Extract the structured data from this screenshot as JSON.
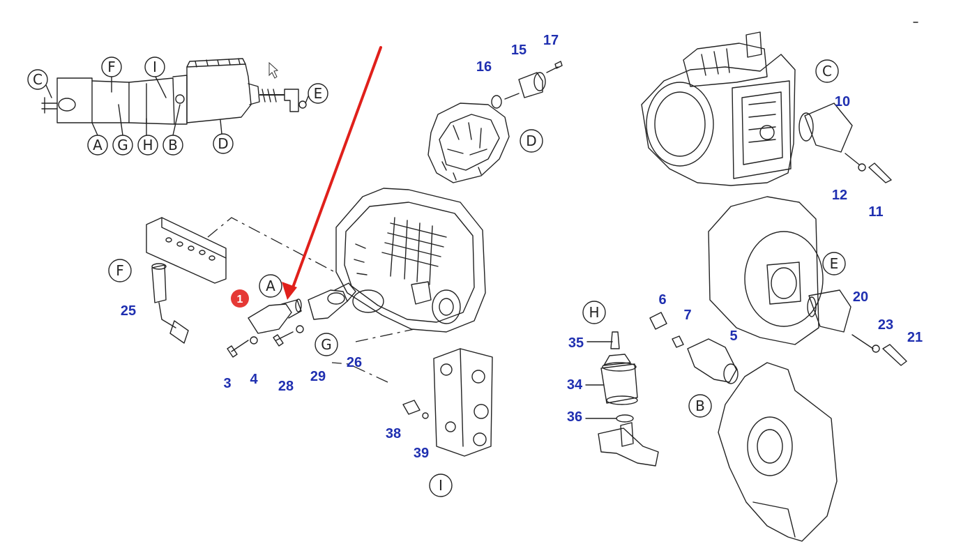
{
  "groups": [
    {
      "id": "A",
      "label": "A"
    },
    {
      "id": "B",
      "label": "B"
    },
    {
      "id": "C",
      "label": "C"
    },
    {
      "id": "D",
      "label": "D"
    },
    {
      "id": "E",
      "label": "E"
    },
    {
      "id": "F",
      "label": "F"
    },
    {
      "id": "G",
      "label": "G"
    },
    {
      "id": "H",
      "label": "H"
    },
    {
      "id": "I",
      "label": "I"
    }
  ],
  "overview_labels": [
    "C",
    "F",
    "I",
    "E",
    "A",
    "G",
    "H",
    "B",
    "D"
  ],
  "part_numbers": [
    "3",
    "4",
    "28",
    "29",
    "26",
    "25",
    "17",
    "15",
    "16",
    "10",
    "12",
    "11",
    "20",
    "23",
    "21",
    "6",
    "7",
    "5",
    "35",
    "34",
    "36",
    "38",
    "39"
  ],
  "marker": {
    "label": "1",
    "color": "#e53935"
  },
  "arrow_color": "#e0201b",
  "part_number_color": "#1f2fb0"
}
